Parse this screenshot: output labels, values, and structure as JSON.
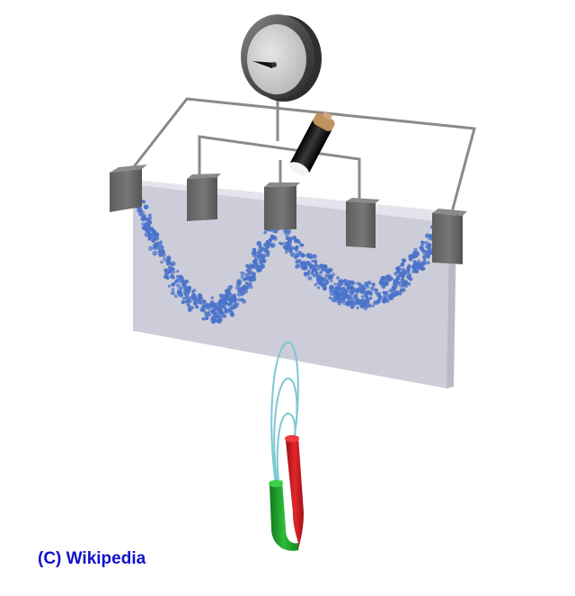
{
  "credit": {
    "text": "(C) Wikipedia",
    "color": "#1111cc"
  },
  "colors": {
    "background": "#ffffff",
    "block_face": "#ccccd8",
    "block_edge": "#dcdce6",
    "wire": "#8a8a8a",
    "electrode": "#6e6e6e",
    "particles": "#4a73c9",
    "gauge_rim": "#4a4a4a",
    "gauge_face": "#cfcfcf",
    "needle": "#111111",
    "battery_body": "#1a1a1a",
    "battery_cap": "#b88a58",
    "field_lines": "#7cc8d2",
    "magnet_north": "#d0191e",
    "magnet_south": "#1fa02a"
  },
  "scene": {
    "electrode_count": 5,
    "field_line_count": 3,
    "icons": [
      "gauge-icon",
      "battery-icon",
      "magnet-icon"
    ]
  }
}
